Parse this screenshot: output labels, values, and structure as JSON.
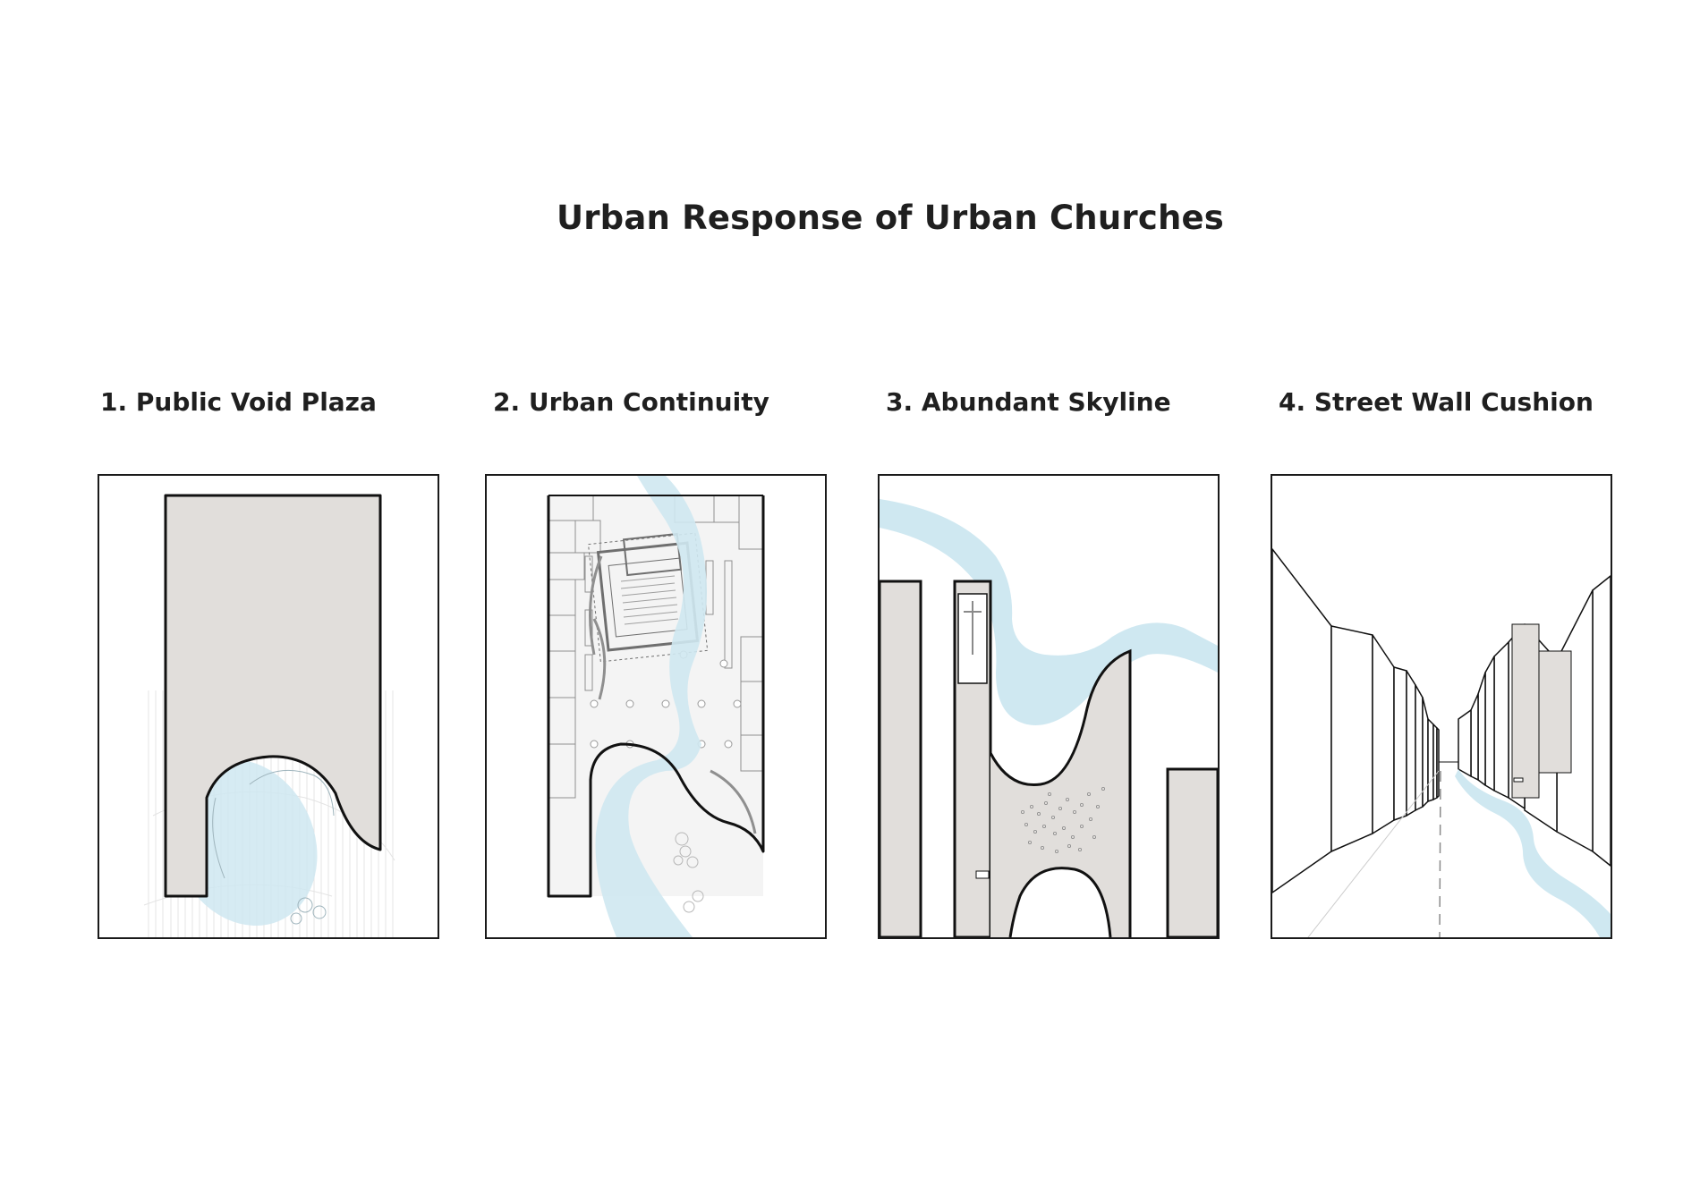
{
  "title": "Urban Response of Urban Churches",
  "panels": [
    {
      "label": "1. Public Void Plaza"
    },
    {
      "label": "2. Urban Continuity"
    },
    {
      "label": "3. Abundant Skyline"
    },
    {
      "label": "4. Street Wall Cushion"
    }
  ],
  "colors": {
    "mass": "#e1dedb",
    "flow": "#cfe8f1",
    "outline": "#111111",
    "plan_line": "#9a9a9a",
    "hatch": "#e6e6e6"
  }
}
